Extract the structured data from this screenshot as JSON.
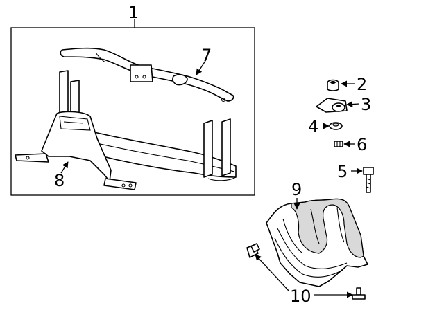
{
  "callouts": [
    {
      "id": "1",
      "label": "1"
    },
    {
      "id": "2",
      "label": "2"
    },
    {
      "id": "3",
      "label": "3"
    },
    {
      "id": "4",
      "label": "4"
    },
    {
      "id": "5",
      "label": "5"
    },
    {
      "id": "6",
      "label": "6"
    },
    {
      "id": "7",
      "label": "7"
    },
    {
      "id": "8",
      "label": "8"
    },
    {
      "id": "9",
      "label": "9"
    },
    {
      "id": "10",
      "label": "10"
    }
  ],
  "colors": {
    "line": "#000000",
    "background": "#ffffff",
    "shade": "#d9d9d9"
  },
  "parts": {
    "assembly_box": "radiator-support-assembly",
    "items": [
      "upper-tie-bar",
      "lower-support",
      "insulator",
      "bracket",
      "bushing",
      "bolt",
      "nut",
      "splash-shield",
      "fasteners"
    ]
  }
}
